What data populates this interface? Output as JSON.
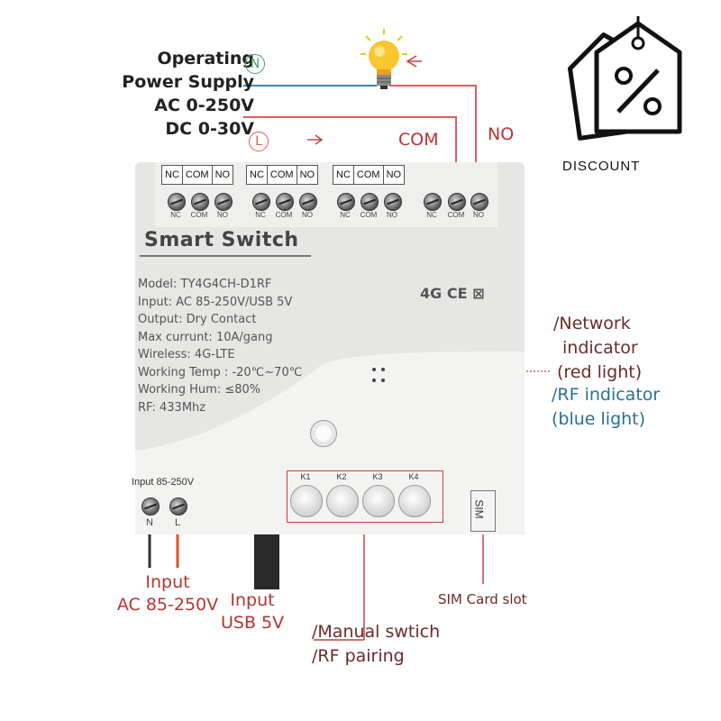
{
  "supply": {
    "line1": "Operating",
    "line2": "Power Supply",
    "line3": "AC 0-250V",
    "line4": "DC 0-30V",
    "neutral_mark": "N",
    "live_mark": "L"
  },
  "relay_labels": {
    "com": "COM",
    "no": "NO"
  },
  "terminals": {
    "headers": [
      "NC",
      "COM",
      "NO"
    ],
    "screw_labels": [
      "NC",
      "COM",
      "NO"
    ]
  },
  "device": {
    "title": "Smart Switch",
    "specs": [
      "Model:  TY4G4CH-D1RF",
      "Input:  AC 85-250V/USB 5V",
      "Output:  Dry Contact",
      "Max currunt:  10A/gang",
      "Wireless:  4G-LTE",
      "Working Temp : -20℃~70℃",
      "Working Hum:  ≤80%",
      "RF:  433Mhz"
    ],
    "cert_marks": "4G  CE  ⊠",
    "input_label": "Input  85-250V",
    "input_terms": [
      "N",
      "L"
    ],
    "buttons": [
      "K1",
      "K2",
      "K3",
      "K4"
    ],
    "sim_label": "SIM"
  },
  "callouts": {
    "network_1": "/Network",
    "network_2": "indicator",
    "network_3": "(red light)",
    "rf_1": "/RF indicator",
    "rf_2": "(blue  light)",
    "ac_input_1": "Input",
    "ac_input_2": "AC 85-250V",
    "usb_input_1": "Input",
    "usb_input_2": "USB 5V",
    "manual_1": "/Manual swtich",
    "manual_2": "/RF pairing",
    "sim_slot": "SIM Card slot"
  },
  "discount": {
    "label": "DISCOUNT",
    "icon": "price-tag-percent-icon"
  },
  "colors": {
    "wire_red": "#d9605a",
    "wire_blue": "#3f84b5",
    "label_red": "#b8332f",
    "label_blue": "#2a6e9a"
  }
}
